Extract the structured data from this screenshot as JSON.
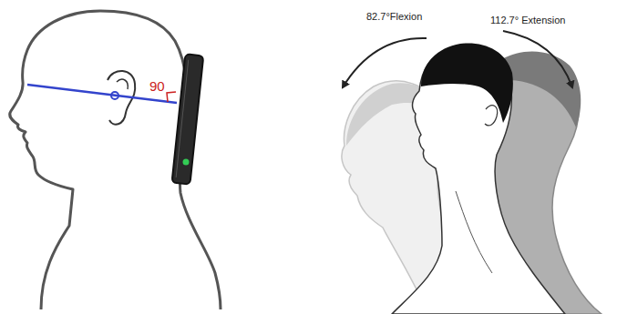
{
  "diagram": {
    "labels": [
      "90",
      "82.7°Flexion",
      "112.7° Extension"
    ]
  }
}
